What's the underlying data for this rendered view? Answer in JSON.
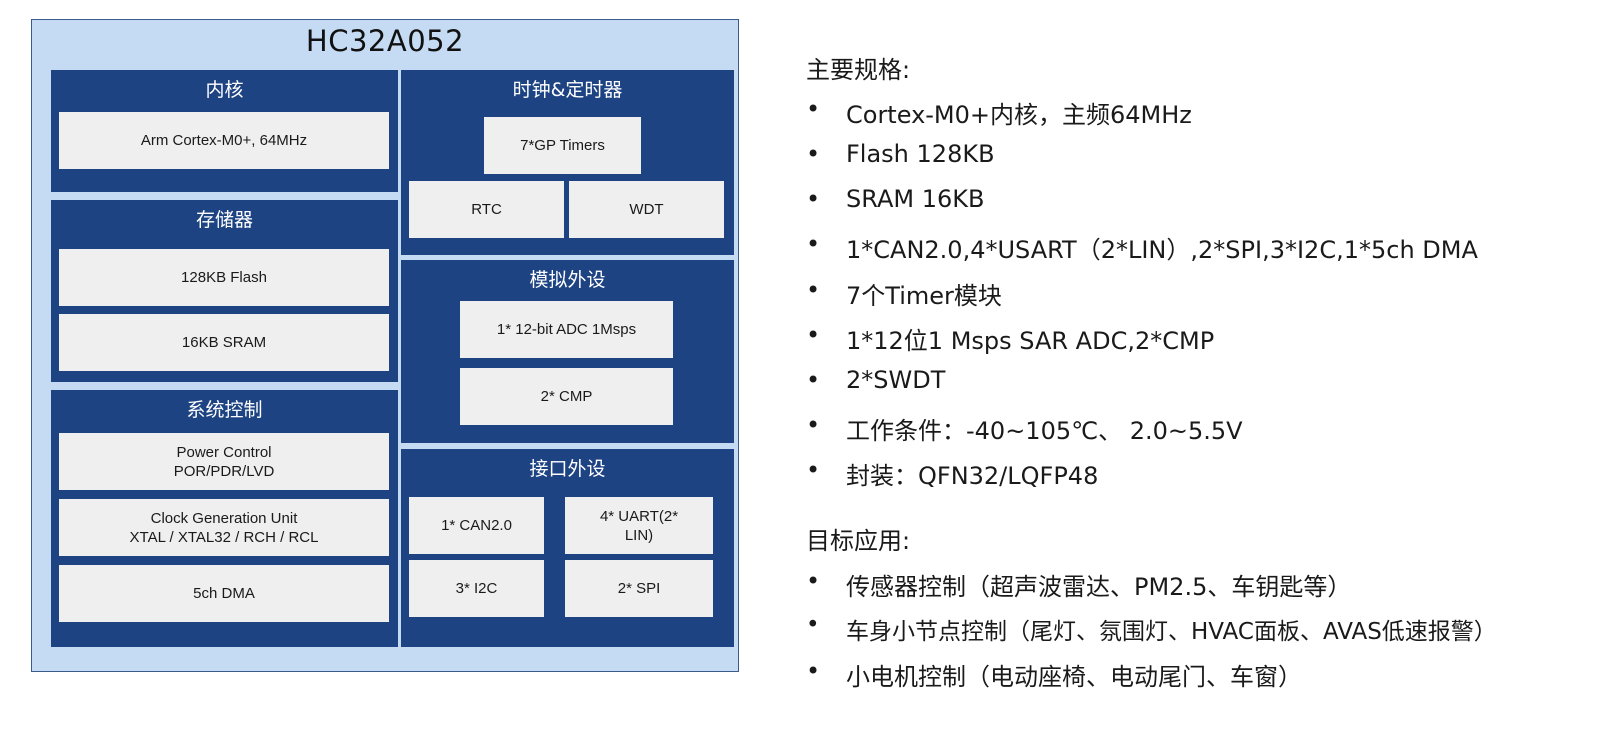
{
  "chip": {
    "title": "HC32A052",
    "core": {
      "title": "内核",
      "items": [
        "Arm Cortex-M0+, 64MHz"
      ]
    },
    "memory": {
      "title": "存储器",
      "items": [
        "128KB Flash",
        "16KB SRAM"
      ]
    },
    "system": {
      "title": "系统控制",
      "items": [
        "Power Control\nPOR/PDR/LVD",
        "Clock Generation Unit\nXTAL / XTAL32 / RCH / RCL",
        "5ch DMA"
      ]
    },
    "timers": {
      "title": "时钟&定时器",
      "items": [
        "7*GP Timers",
        "RTC",
        "WDT"
      ]
    },
    "analog": {
      "title": "模拟外设",
      "items": [
        "1* 12-bit ADC 1Msps",
        "2* CMP"
      ]
    },
    "interface": {
      "title": "接口外设",
      "items": [
        "1* CAN2.0",
        "4* UART(2*\nLIN)",
        "3* I2C",
        "2* SPI"
      ]
    }
  },
  "specs": {
    "heading": "主要规格:",
    "bullet": "•",
    "items": [
      "Cortex-M0+内核，主频64MHz",
      "Flash 128KB",
      "SRAM 16KB",
      "1*CAN2.0,4*USART（2*LIN）,2*SPI,3*I2C,1*5ch DMA",
      "7个Timer模块",
      "1*12位1 Msps SAR ADC,2*CMP",
      "2*SWDT",
      "工作条件：-40~105℃、 2.0~5.5V",
      "封装：QFN32/LQFP48"
    ]
  },
  "applications": {
    "heading": "目标应用:",
    "items": [
      "传感器控制（超声波雷达、PM2.5、车钥匙等）",
      "车身小节点控制（尾灯、氛围灯、HVAC面板、AVAS低速报警）",
      "小电机控制（电动座椅、电动尾门、车窗）"
    ]
  },
  "colors": {
    "chip_bg": "#c5dbf4",
    "panel_bg": "#1d4383",
    "box_bg": "#efefef"
  }
}
